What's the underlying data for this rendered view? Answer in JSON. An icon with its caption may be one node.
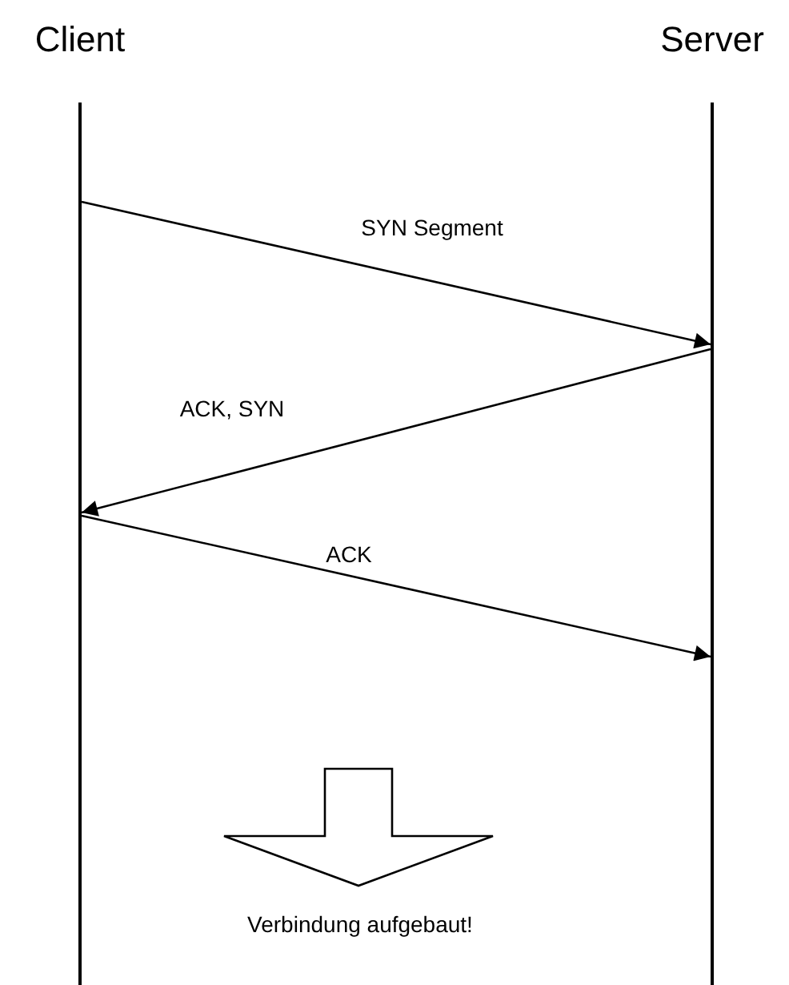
{
  "diagram": {
    "nodes": [
      {
        "text": [
          "Client"
        ]
      },
      {
        "text": [
          "Server"
        ]
      }
    ],
    "edges": [
      {
        "from": 0,
        "to": 1,
        "arrow": "to",
        "label": "SYN Segment"
      },
      {
        "from": 1,
        "to": 0,
        "arrow": "to",
        "label": "ACK, SYN"
      },
      {
        "from": 0,
        "to": 1,
        "arrow": "to",
        "label": "ACK"
      }
    ],
    "labels": [
      "Verbindung aufgebaut!"
    ]
  }
}
